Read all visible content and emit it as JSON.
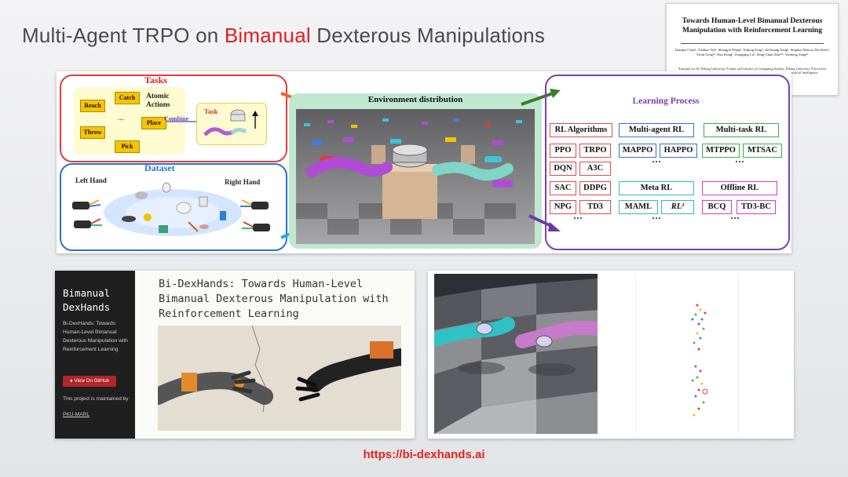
{
  "slide": {
    "title_prefix": "Multi-Agent TRPO on ",
    "title_highlight": "Bimanual",
    "title_suffix": " Dexterous Manipulations",
    "url": "https://bi-dexhands.ai",
    "accent_color": "#e02020"
  },
  "paper": {
    "title": "Towards Human-Level Bimanual Dexterous Manipulation with Reinforcement Learning",
    "authors": "Yuanpei Chen¹, Tianhao Wu¹, Shengjie Wang², Xidong Feng³, Jiechuang Jiang¹, Stephen Marcus McAleer⁴, Yiran Geng¹², Hao Dong¹, Zongqing Lu¹, Song-Chun Zhu¹²⁵, Yaodong Yang¹²",
    "affiliations": "¹Institute for AI, Peking University ²Center on Frontiers of Computing Studies, Peking University ³University College London ⁴Carnegie Mellon University ⁵Beijing Institute for General Artificial Intelligence"
  },
  "figure": {
    "tasks_title": "Tasks",
    "atomic_label": "Atomic Actions",
    "atomic_actions": [
      "Reach",
      "Catch",
      "Throw",
      "Place",
      "Pick"
    ],
    "ellipsis": "...",
    "combine_label": "Combine",
    "task_label": "Task",
    "dataset_title": "Dataset",
    "left_hand": "Left Hand",
    "right_hand": "Right Hand",
    "env_title": "Environment distribution",
    "learning_title": "Learning Process",
    "rl_algorithms_title": "RL Algorithms",
    "rl_algorithms": [
      "PPO",
      "TRPO",
      "DQN",
      "A3C",
      "SAC",
      "DDPG",
      "NPG",
      "TD3"
    ],
    "multi_agent_title": "Multi-agent RL",
    "multi_agent": [
      "MAPPO",
      "HAPPO"
    ],
    "multi_task_title": "Multi-task RL",
    "multi_task": [
      "MTPPO",
      "MTSAC"
    ],
    "meta_title": "Meta RL",
    "meta": [
      "MAML",
      "RL²"
    ],
    "offline_title": "Offline RL",
    "offline": [
      "BCQ",
      "TD3-BC"
    ],
    "more": "···"
  },
  "site": {
    "name": "Bimanual DexHands",
    "description": "Bi-DexHands: Towards Human-Level Bimanual Dexterous Manipulation with Reinforcement Learning",
    "github_button": "View On GitHub",
    "maintained_by": "This project is maintained by",
    "maintainer": "PKU-MARL",
    "heading": "Bi-DexHands: Towards Human-Level Bimanual Dexterous Manipulation with Reinforcement Learning"
  },
  "colors": {
    "tasks_border": "#e83b3b",
    "dataset_border": "#2a6fd6",
    "env_fill": "#bfe8cf",
    "learning_border": "#7a3fb0"
  }
}
